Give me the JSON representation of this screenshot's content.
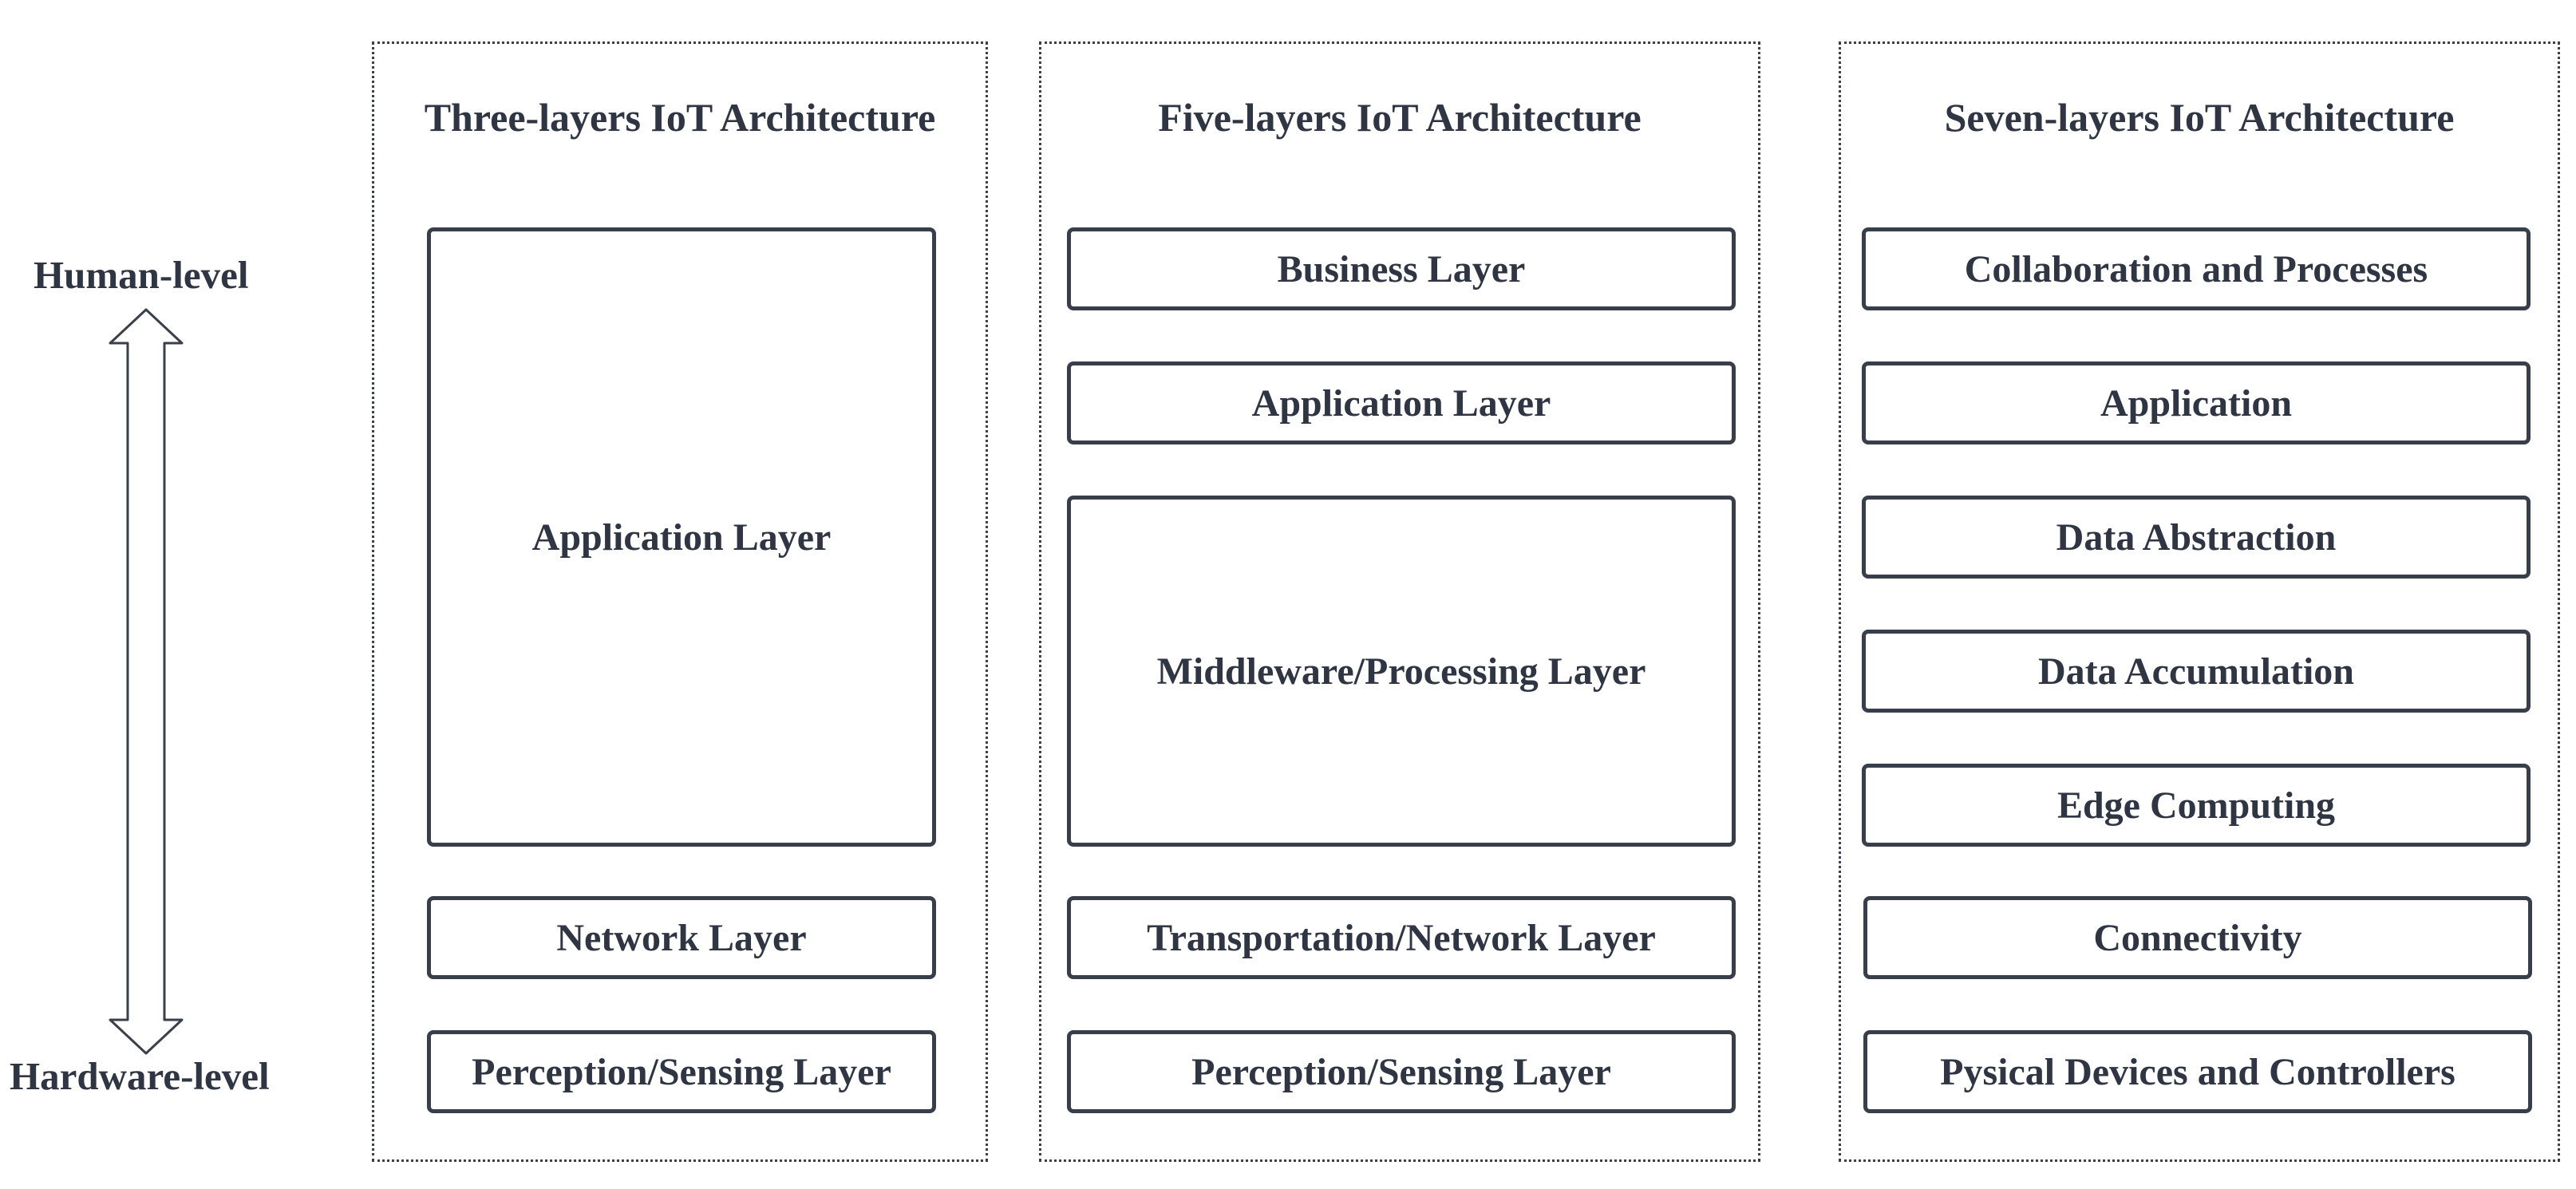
{
  "axis": {
    "top_label": "Human-level",
    "bottom_label": "Hardware-level"
  },
  "columns": {
    "three": {
      "title": "Three-layers IoT Architecture",
      "layers": [
        "Application Layer",
        "Network Layer",
        "Perception/Sensing Layer"
      ]
    },
    "five": {
      "title": "Five-layers IoT Architecture",
      "layers": [
        "Business Layer",
        "Application Layer",
        "Middleware/Processing Layer",
        "Transportation/Network Layer",
        "Perception/Sensing Layer"
      ]
    },
    "seven": {
      "title": "Seven-layers IoT Architecture",
      "layers": [
        "Collaboration and Processes",
        "Application",
        "Data Abstraction",
        "Data Accumulation",
        "Edge Computing",
        "Connectivity",
        "Pysical Devices and Controllers"
      ]
    }
  }
}
